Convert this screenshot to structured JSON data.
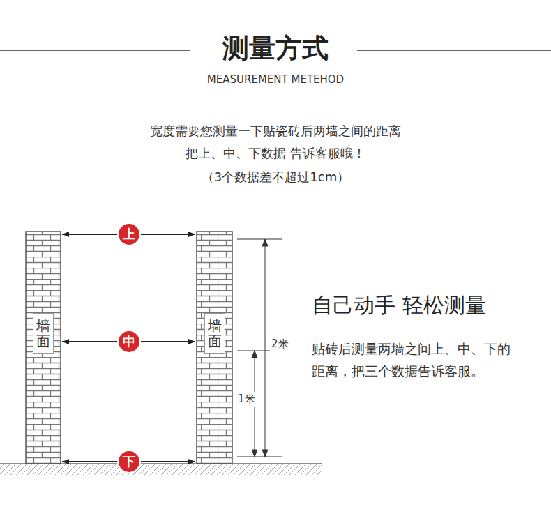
{
  "diagram": {
    "title": "测量方式",
    "nodes": [
      {
        "text": [
          "墙面"
        ]
      },
      {
        "text": [
          "墙面"
        ]
      }
    ],
    "edges": [
      {
        "from": 0,
        "to": 1,
        "arrow": "both",
        "label": "上"
      },
      {
        "from": 0,
        "to": 1,
        "arrow": "both",
        "label": "中"
      },
      {
        "from": 0,
        "to": 1,
        "arrow": "both",
        "label": "下"
      }
    ],
    "labels": [
      "MEASUREMENT METEHOD",
      "宽度需要您测量一下贴瓷砖后两墙之间的距离",
      "把上、中、下数据 告诉客服哦！",
      "（3个数据差不超过1cm）",
      "2米",
      "1米",
      "自己动手 轻松测量",
      "贴砖后测量两墙之间上、中、下的距离，把三个数据告诉客服。"
    ]
  }
}
